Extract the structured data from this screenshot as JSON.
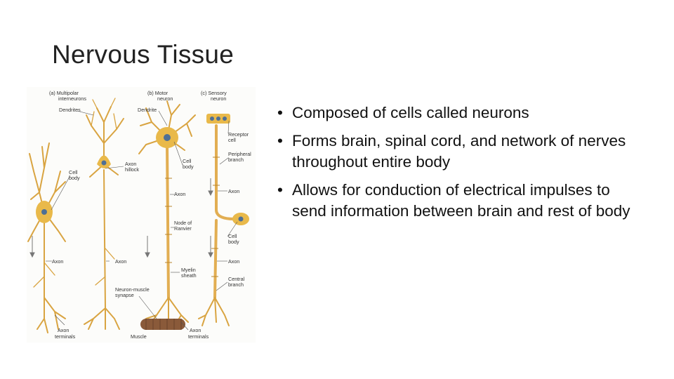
{
  "slide": {
    "title": "Nervous Tissue",
    "bullets": [
      "Composed of cells called neurons",
      "Forms brain, spinal cord, and network of nerves throughout entire body",
      "Allows for conduction of electrical impulses to send information between brain and rest of body"
    ],
    "bullet_glyph": "•"
  },
  "figure": {
    "panel_labels": {
      "a1": "(a) Multipolar",
      "a2": "interneurons",
      "b1": "(b) Motor",
      "b2": "neuron",
      "c1": "(c) Sensory",
      "c2": "neuron"
    },
    "labels": {
      "dendrites_a": "Dendrites",
      "dendrite_b": "Dendrite",
      "receptor1": "Receptor",
      "receptor2": "cell",
      "peripheral1": "Peripheral",
      "peripheral2": "branch",
      "axon_hillock1": "Axon",
      "axon_hillock2": "hillock",
      "cell_body_b1": "Cell",
      "cell_body_b2": "body",
      "cell_body_a1": "Cell",
      "cell_body_a2": "body",
      "axon_b_top": "Axon",
      "axon_c_top": "Axon",
      "node1": "Node of",
      "node2": "Ranvier",
      "cell_body_c1": "Cell",
      "cell_body_c2": "body",
      "axon_a1": "Axon",
      "axon_a2": "Axon",
      "axon_c_bottom": "Axon",
      "myelin1": "Myelin",
      "myelin2": "sheath",
      "central1": "Central",
      "central2": "branch",
      "synapse1": "Neuron-muscle",
      "synapse2": "synapse",
      "terminals_a1": "Axon",
      "terminals_a2": "terminals",
      "muscle": "Muscle",
      "terminals_b1": "Axon",
      "terminals_b2": "terminals"
    },
    "colors": {
      "neuron": "#d9a441",
      "cell_body": "#e9b94a",
      "nucleus": "#4e6f95",
      "muscle": "#8a5a3a",
      "arrow": "#777777"
    }
  }
}
